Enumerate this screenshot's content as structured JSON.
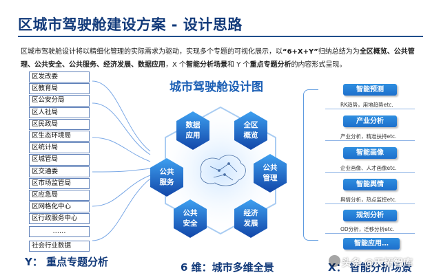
{
  "title": "区城市驾驶舱建设方案 - 设计思路",
  "intro": {
    "p1": "区城市驾驶舱设计将以精细化管理的实际需求为驱动，实现多个专题的可视化展示，以",
    "formula": "“6+X+Y”",
    "p2": "归纳总结为为",
    "b1": "全区概览、公共管理、公共安全、公共服务、经济发展、数据应用",
    "p3": "，X 个",
    "b2": "智能分析场景",
    "p4": "和 Y 个",
    "b3": "重点专题分析",
    "p5": "的内容形式呈现。"
  },
  "departments": [
    "区发改委",
    "区教育局",
    "区公安分局",
    "区人社局",
    "区民政局",
    "区生态环境局",
    "区统计局",
    "区城管局",
    "区交通委",
    "区市场监管局",
    "区应急局",
    "区网格化中心",
    "区行政服务中心"
  ],
  "dept_ellipsis": "……",
  "dept_social": "社会行业数据",
  "captions": {
    "y": "Y： 重点专题分析",
    "six": "6 维：城市多维全景",
    "x": "X： 智能分析场景"
  },
  "diagram": {
    "title": "城市驾驶舱设计图",
    "modules": {
      "data_apply": "数据\n应用",
      "overview": "全区\n概览",
      "public_service": "公共\n服务",
      "public_manage": "公共\n管理",
      "public_safety": "公共\n安全",
      "economy": "经济\n发展"
    }
  },
  "scenarios": [
    {
      "title": "智能预测",
      "desc": "RK趋势，用地趋势etc."
    },
    {
      "title": "产业分析",
      "desc": "产业分析，精准扶持etc."
    },
    {
      "title": "智能画像",
      "desc": "企业画像、人才画像etc."
    },
    {
      "title": "智能舆情",
      "desc": "舆情分析，热点监控etc."
    },
    {
      "title": "规划分析",
      "desc": "OD分析，迁移分析etc."
    },
    {
      "title": "智能应用…",
      "desc": ""
    }
  ],
  "watermark": "头条 @天拓智库",
  "colors": {
    "title": "#123a7a",
    "accent": "#1b5fb5",
    "hex_deep": "#1246a8",
    "hex_light": "#3ea0f0"
  }
}
